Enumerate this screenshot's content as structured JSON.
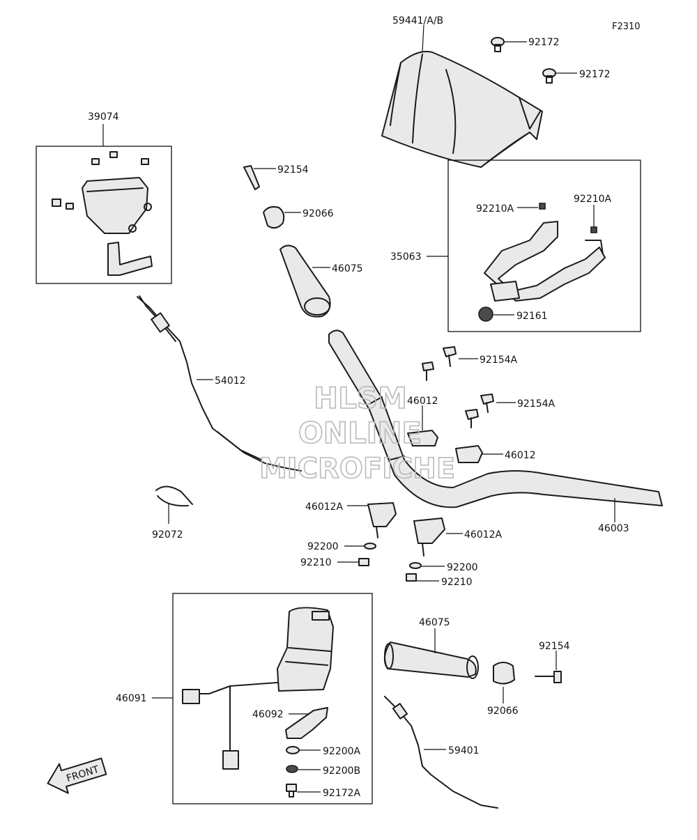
{
  "figure_ref": "F2310",
  "watermark": {
    "line1": "HLSM",
    "line2": "ONLINE",
    "line3": "MICROFICHE"
  },
  "front_label": "FRONT",
  "labels": {
    "p59441": "59441/A/B",
    "p92172_a": "92172",
    "p92172_b": "92172",
    "p39074": "39074",
    "p92154_top": "92154",
    "p92066_top": "92066",
    "p46075_top": "46075",
    "p35063": "35063",
    "p92210A_left": "92210A",
    "p92210A_right": "92210A",
    "p92161": "92161",
    "p54012": "54012",
    "p92154A_a": "92154A",
    "p46012_a": "46012",
    "p92154A_b": "92154A",
    "p46012_b": "46012",
    "p92072": "92072",
    "p46012A_left": "46012A",
    "p46012A_right": "46012A",
    "p46003": "46003",
    "p92200_left": "92200",
    "p92210_left": "92210",
    "p92200_right": "92200",
    "p92210_right": "92210",
    "p46091": "46091",
    "p46075_bottom": "46075",
    "p92154_bottom": "92154",
    "p92066_bottom": "92066",
    "p46092": "46092",
    "p59401": "59401",
    "p92200A": "92200A",
    "p92200B": "92200B",
    "p92172A": "92172A"
  }
}
